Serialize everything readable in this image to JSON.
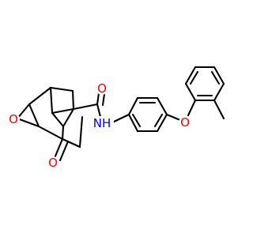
{
  "molecule": {
    "atoms": {
      "epoxide_oxygen": "O",
      "ketone_oxygen": "O",
      "amide_oxygen": "O",
      "amide_nitrogen": "NH",
      "ether_oxygen": "O"
    }
  },
  "colors": {
    "bond": "#000000",
    "oxygen": "#ff0000",
    "nitrogen": "#0000ff",
    "background": "#ffffff"
  }
}
